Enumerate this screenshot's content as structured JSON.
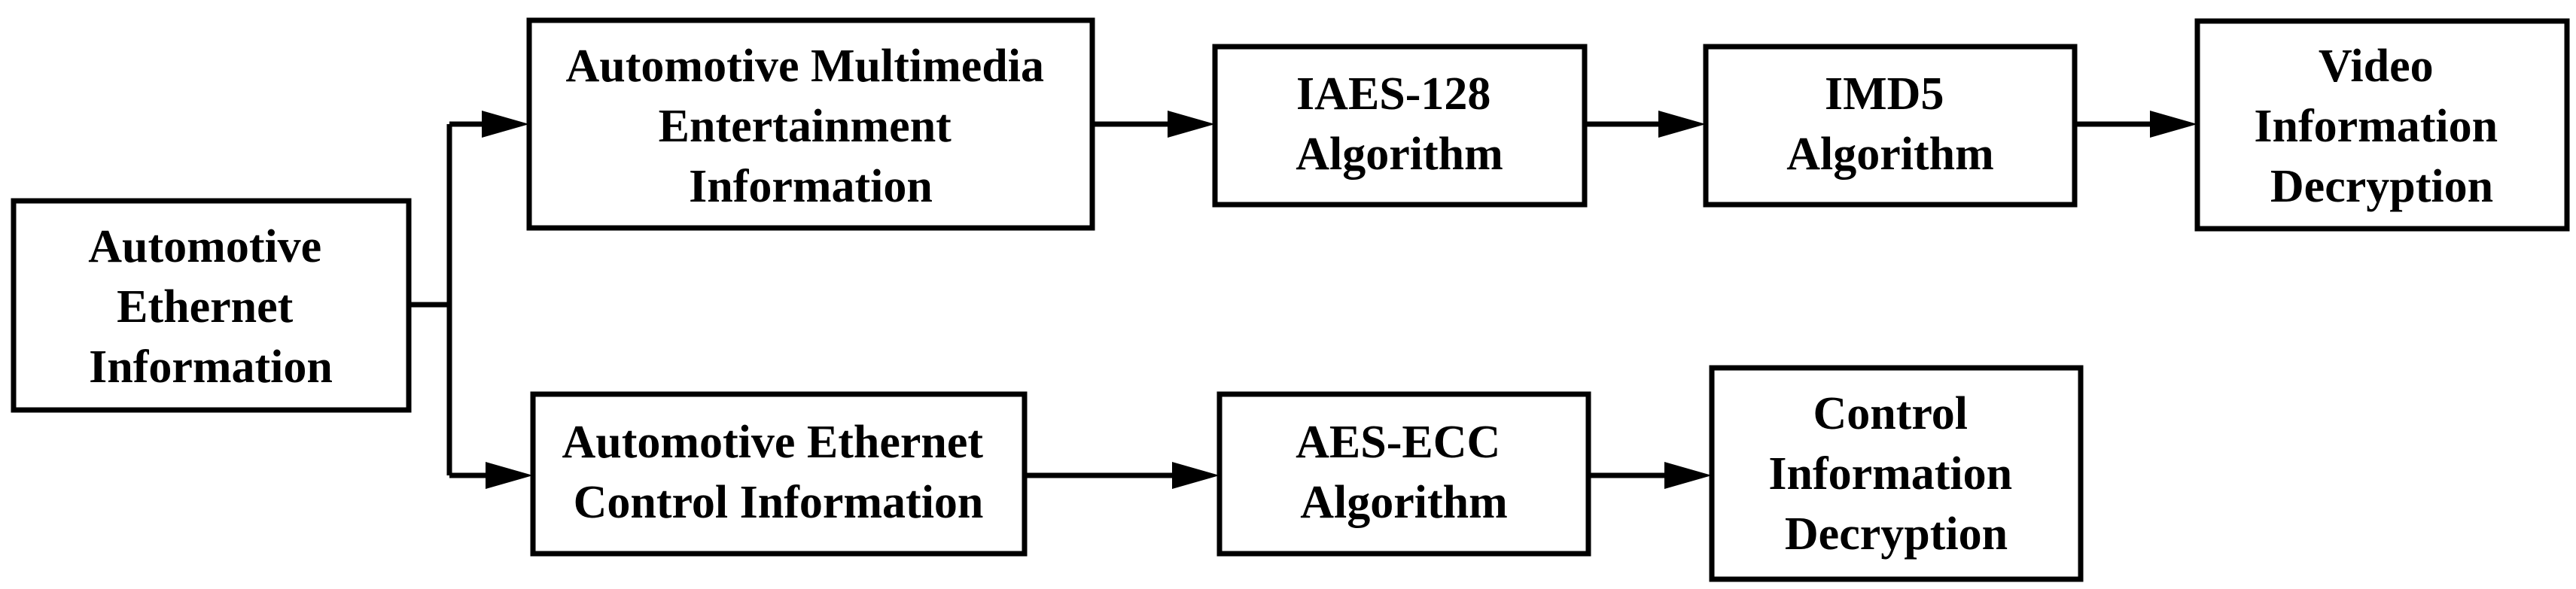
{
  "nodes": {
    "eth_info": {
      "lines": [
        "Automotive",
        "Ethernet",
        "Information"
      ]
    },
    "multimedia": {
      "lines": [
        "Automotive Multimedia",
        "Entertainment",
        "Information"
      ]
    },
    "iaes": {
      "lines": [
        "IAES-128",
        "Algorithm"
      ]
    },
    "imd5": {
      "lines": [
        "IMD5",
        "Algorithm"
      ]
    },
    "video_dec": {
      "lines": [
        "Video",
        "Information",
        "Decryption"
      ]
    },
    "control": {
      "lines": [
        "Automotive Ethernet",
        "Control Information"
      ]
    },
    "aes_ecc": {
      "lines": [
        "AES-ECC",
        "Algorithm"
      ]
    },
    "control_dec": {
      "lines": [
        "Control",
        "Information",
        "Decryption"
      ]
    }
  },
  "edges": [
    {
      "from": "eth_info",
      "to": "multimedia"
    },
    {
      "from": "eth_info",
      "to": "control"
    },
    {
      "from": "multimedia",
      "to": "iaes"
    },
    {
      "from": "iaes",
      "to": "imd5"
    },
    {
      "from": "imd5",
      "to": "video_dec"
    },
    {
      "from": "control",
      "to": "aes_ecc"
    },
    {
      "from": "aes_ecc",
      "to": "control_dec"
    }
  ]
}
